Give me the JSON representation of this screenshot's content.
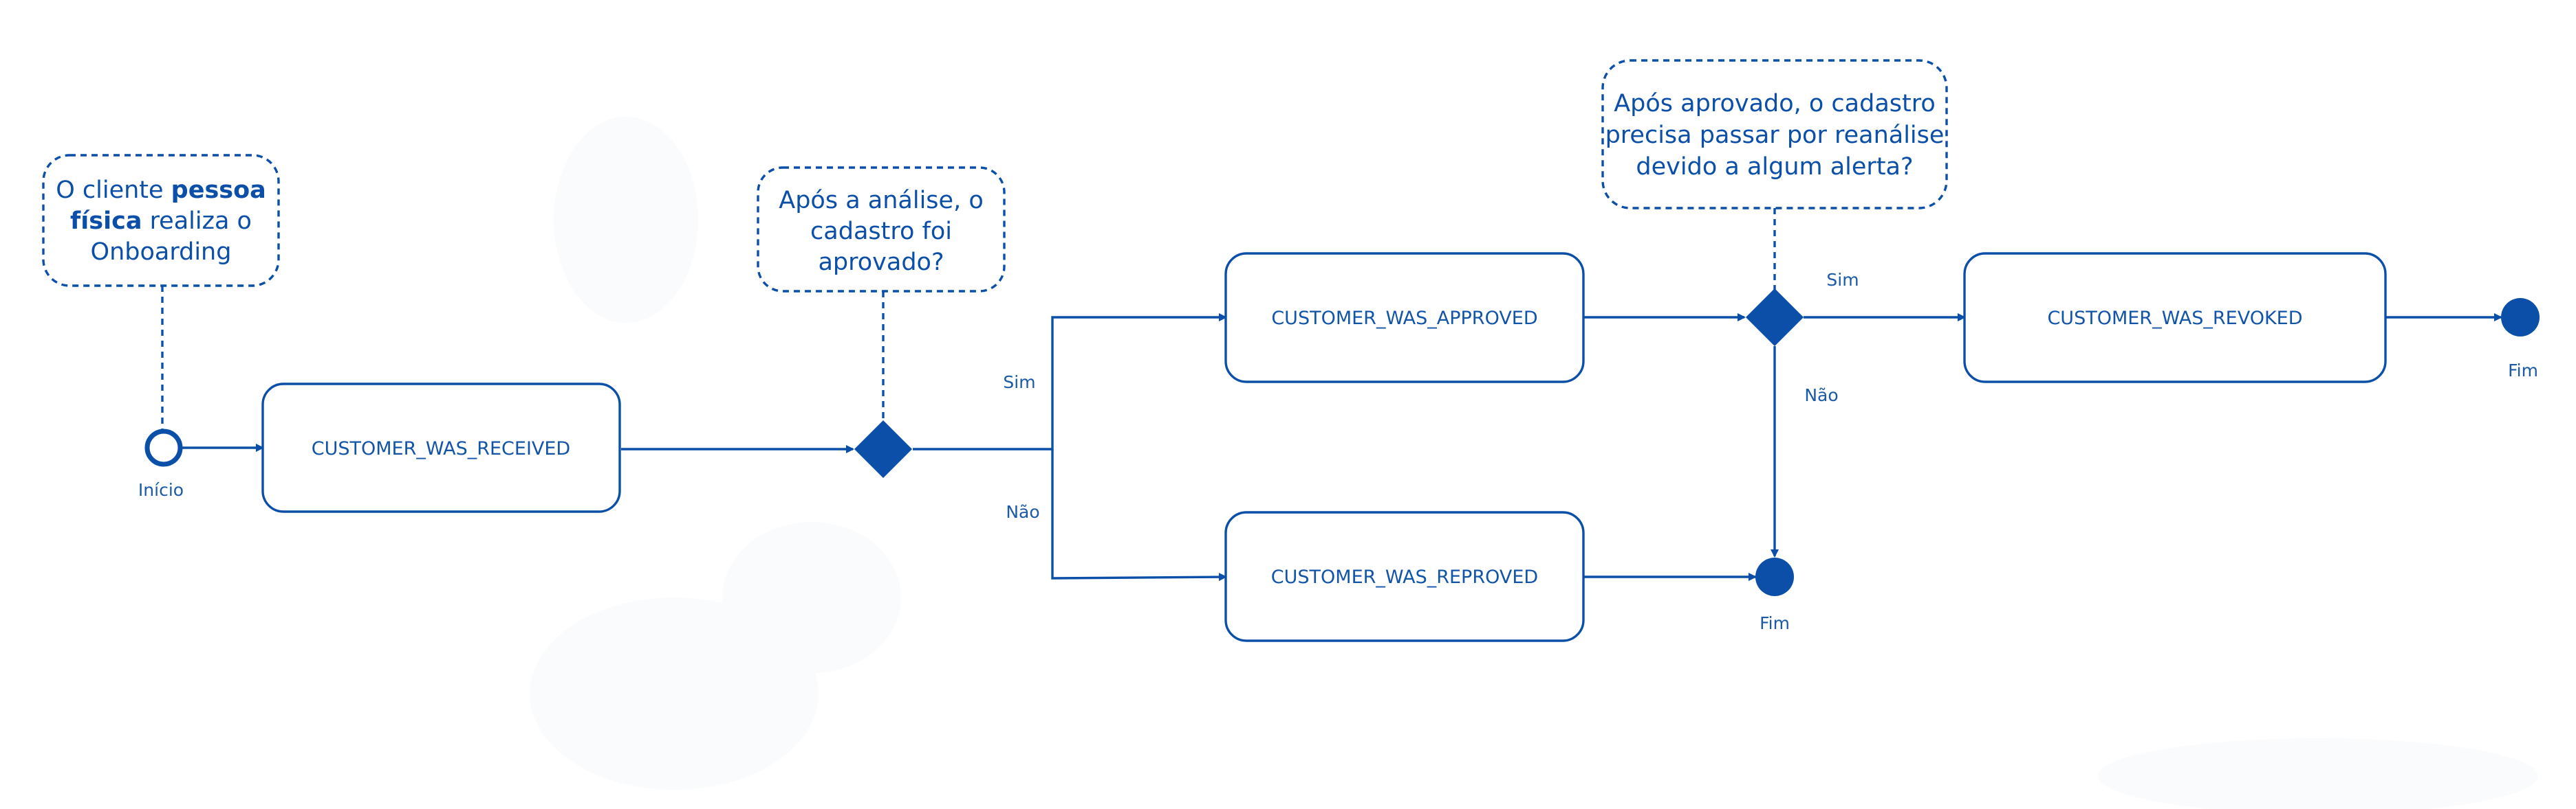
{
  "colors": {
    "primary": "#0b4fa8",
    "background": "#ffffff"
  },
  "nodes": {
    "start_label": "Início",
    "end_reproved_label": "Fim",
    "end_revoked_label": "Fim"
  },
  "states": {
    "received": "CUSTOMER_WAS_RECEIVED",
    "approved": "CUSTOMER_WAS_APPROVED",
    "reproved": "CUSTOMER_WAS_REPROVED",
    "revoked": "CUSTOMER_WAS_REVOKED"
  },
  "notes": {
    "onboarding": {
      "line1_pre": "O cliente ",
      "line1_bold": "pessoa",
      "line2_bold": "física",
      "line2_post": " realiza o",
      "line3": "Onboarding"
    },
    "analysis": {
      "line1": "Após a análise, o",
      "line2": "cadastro foi",
      "line3": "aprovado?"
    },
    "reanalysis": {
      "line1": "Após aprovado, o cadastro",
      "line2": "precisa passar por reanálise",
      "line3": "devido a algum alerta?"
    }
  },
  "edge_labels": {
    "analysis_yes": "Sim",
    "analysis_no": "Não",
    "reanalysis_yes": "Sim",
    "reanalysis_no": "Não"
  }
}
